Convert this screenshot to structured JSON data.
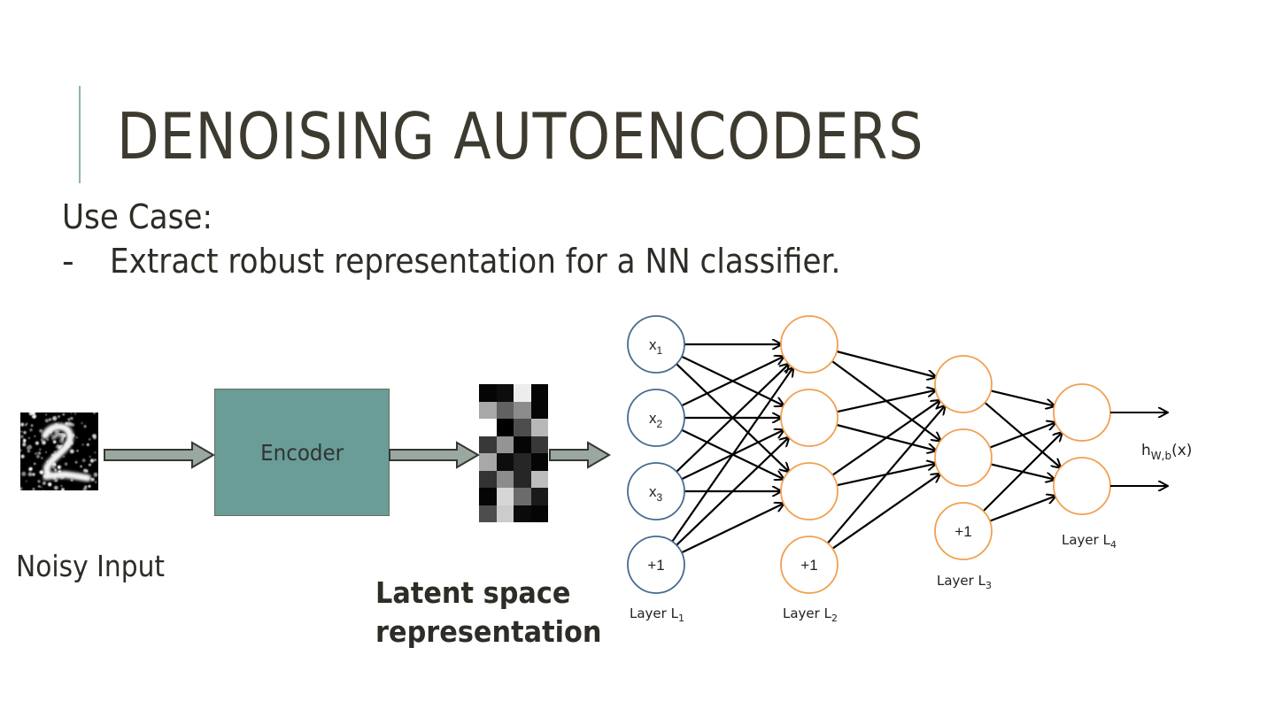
{
  "slide": {
    "title": "DENOISING AUTOENCODERS",
    "use_case_heading": "Use Case:",
    "bullet_marker": "-",
    "bullet_text": "Extract robust representation for a NN classifier."
  },
  "pipeline": {
    "noisy_input_label": "Noisy Input",
    "noisy_input_digit": "2",
    "encoder_label": "Encoder",
    "latent_label_line1": "Latent space",
    "latent_label_line2": "representation",
    "latent_grid_gray_levels": [
      [
        0.02,
        0.05,
        0.93,
        0.02
      ],
      [
        0.66,
        0.38,
        0.55,
        0.02
      ],
      [
        1.0,
        0.0,
        0.3,
        0.72
      ],
      [
        0.22,
        0.58,
        0.02,
        0.22
      ],
      [
        0.66,
        0.05,
        0.15,
        0.02
      ],
      [
        0.2,
        0.55,
        0.15,
        0.74
      ],
      [
        0.02,
        0.84,
        0.42,
        0.1
      ],
      [
        0.3,
        0.8,
        0.04,
        0.02
      ]
    ]
  },
  "network": {
    "colors": {
      "input_node": "#4a6a8f",
      "hidden_node": "#f0a050",
      "edge": "#000000",
      "arrow_fill": "#9aa89f",
      "arrow_stroke": "#333833"
    },
    "layers": [
      {
        "name": "Layer L",
        "sub": "1",
        "nodes": [
          {
            "label": "x",
            "sub": "1"
          },
          {
            "label": "x",
            "sub": "2"
          },
          {
            "label": "x",
            "sub": "3"
          },
          {
            "label": "+1",
            "sub": ""
          }
        ],
        "type": "input"
      },
      {
        "name": "Layer L",
        "sub": "2",
        "nodes": [
          {
            "label": "",
            "sub": ""
          },
          {
            "label": "",
            "sub": ""
          },
          {
            "label": "",
            "sub": ""
          },
          {
            "label": "+1",
            "sub": ""
          }
        ],
        "type": "hidden"
      },
      {
        "name": "Layer L",
        "sub": "3",
        "nodes": [
          {
            "label": "",
            "sub": ""
          },
          {
            "label": "",
            "sub": ""
          },
          {
            "label": "+1",
            "sub": ""
          }
        ],
        "type": "hidden"
      },
      {
        "name": "Layer L",
        "sub": "4",
        "nodes": [
          {
            "label": "",
            "sub": ""
          },
          {
            "label": "",
            "sub": ""
          }
        ],
        "type": "output"
      }
    ],
    "output_label": {
      "main": "h",
      "sub": "W,b",
      "suffix": "(x)"
    }
  }
}
